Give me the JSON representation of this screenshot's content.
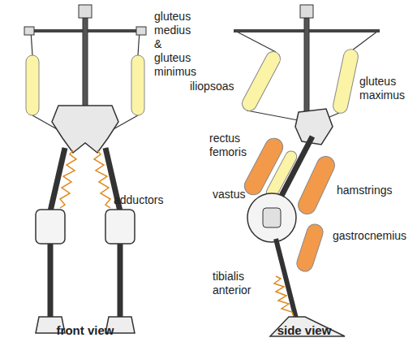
{
  "diagram": {
    "labels": [
      "gluteus medius & gluteus minimus",
      "adductors",
      "front view",
      "iliopsoas",
      "gluteus maximus",
      "rectus femoris",
      "vastus",
      "hamstrings",
      "gastrocnemius",
      "tibialis anterior",
      "side view"
    ]
  }
}
